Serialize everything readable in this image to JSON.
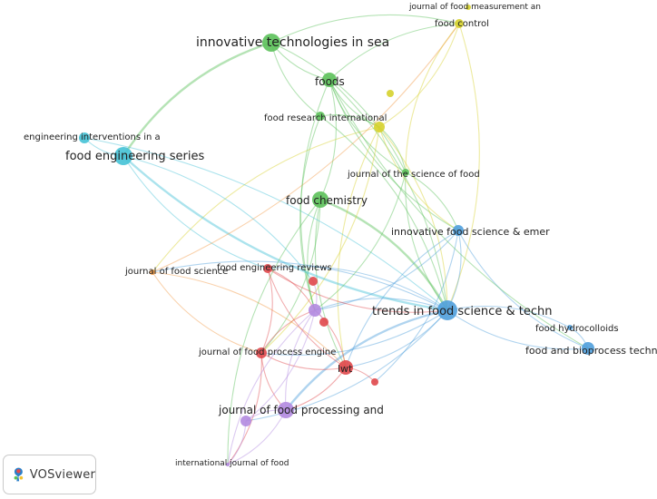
{
  "app": {
    "name": "VOSviewer"
  },
  "network": {
    "nodes": [
      {
        "id": "innovative_tech",
        "label": "innovative technologies in sea",
        "cluster": "green",
        "weight": 3
      },
      {
        "id": "foods",
        "label": "foods",
        "cluster": "green",
        "weight": 2
      },
      {
        "id": "food_research",
        "label": "food research international",
        "cluster": "green",
        "weight": 1
      },
      {
        "id": "food_chem",
        "label": "food chemistry",
        "cluster": "green",
        "weight": 3
      },
      {
        "id": "jsfa",
        "label": "journal of the science of food",
        "cluster": "green",
        "weight": 1
      },
      {
        "id": "food_control",
        "label": "food control",
        "cluster": "yellow",
        "weight": 1
      },
      {
        "id": "jfma",
        "label": "journal of food measurement an",
        "cluster": "yellow",
        "weight": 0
      },
      {
        "id": "y_small",
        "label": "",
        "cluster": "yellow",
        "weight": 0
      },
      {
        "id": "y_mid",
        "label": "",
        "cluster": "yellow",
        "weight": 1
      },
      {
        "id": "fes",
        "label": "food engineering series",
        "cluster": "cyan",
        "weight": 3
      },
      {
        "id": "eia",
        "label": "engineering interventions in a",
        "cluster": "cyan",
        "weight": 1
      },
      {
        "id": "jfs",
        "label": "journal of food science",
        "cluster": "orange",
        "weight": 0
      },
      {
        "id": "ifset",
        "label": "innovative food science & emer",
        "cluster": "blue",
        "weight": 2
      },
      {
        "id": "tfst",
        "label": "trends in food science & techn",
        "cluster": "blue",
        "weight": 4
      },
      {
        "id": "fhyd",
        "label": "food hydrocolloids",
        "cluster": "blue",
        "weight": 0
      },
      {
        "id": "fbt",
        "label": "food and bioprocess technology",
        "cluster": "blue",
        "weight": 2
      },
      {
        "id": "fer",
        "label": "food engineering reviews",
        "cluster": "red",
        "weight": 1
      },
      {
        "id": "jfpe",
        "label": "journal of food process engine",
        "cluster": "red",
        "weight": 2
      },
      {
        "id": "lwt",
        "label": "lwt",
        "cluster": "red",
        "weight": 2
      },
      {
        "id": "r1",
        "label": "",
        "cluster": "red",
        "weight": 1
      },
      {
        "id": "r2",
        "label": "",
        "cluster": "red",
        "weight": 1
      },
      {
        "id": "r3",
        "label": "",
        "cluster": "red",
        "weight": 0
      },
      {
        "id": "p_center",
        "label": "",
        "cluster": "purple",
        "weight": 1
      },
      {
        "id": "jfpp",
        "label": "journal of food processing and",
        "cluster": "purple",
        "weight": 3
      },
      {
        "id": "p_left",
        "label": "",
        "cluster": "purple",
        "weight": 1
      },
      {
        "id": "ijf",
        "label": "international journal of food",
        "cluster": "purple",
        "weight": 0
      }
    ],
    "links": [
      [
        "innovative_tech",
        "foods"
      ],
      [
        "innovative_tech",
        "food_control"
      ],
      [
        "innovative_tech",
        "fes"
      ],
      [
        "innovative_tech",
        "jsfa"
      ],
      [
        "innovative_tech",
        "food_research"
      ],
      [
        "foods",
        "food_control"
      ],
      [
        "foods",
        "ifset"
      ],
      [
        "foods",
        "tfst"
      ],
      [
        "foods",
        "jsfa"
      ],
      [
        "foods",
        "food_chem"
      ],
      [
        "foods",
        "y_mid"
      ],
      [
        "food_research",
        "y_mid"
      ],
      [
        "food_research",
        "p_center"
      ],
      [
        "food_research",
        "tfst"
      ],
      [
        "food_chem",
        "p_center"
      ],
      [
        "food_chem",
        "tfst"
      ],
      [
        "food_chem",
        "lwt"
      ],
      [
        "food_chem",
        "jfpe"
      ],
      [
        "jsfa",
        "tfst"
      ],
      [
        "jsfa",
        "ifset"
      ],
      [
        "jsfa",
        "y_mid"
      ],
      [
        "food_control",
        "y_mid"
      ],
      [
        "food_control",
        "jsfa"
      ],
      [
        "food_control",
        "tfst"
      ],
      [
        "y_mid",
        "jfs"
      ],
      [
        "y_mid",
        "jfpe"
      ],
      [
        "y_mid",
        "lwt"
      ],
      [
        "y_mid",
        "tfst"
      ],
      [
        "y_mid",
        "ifset"
      ],
      [
        "fes",
        "eia"
      ],
      [
        "fes",
        "tfst"
      ],
      [
        "fes",
        "r1"
      ],
      [
        "fes",
        "fer"
      ],
      [
        "eia",
        "tfst"
      ],
      [
        "jfs",
        "jfpe"
      ],
      [
        "jfs",
        "lwt"
      ],
      [
        "jfs",
        "food_control"
      ],
      [
        "ifset",
        "tfst"
      ],
      [
        "ifset",
        "lwt"
      ],
      [
        "ifset",
        "p_center"
      ],
      [
        "ifset",
        "fbt"
      ],
      [
        "ifset",
        "r3"
      ],
      [
        "tfst",
        "fbt"
      ],
      [
        "tfst",
        "fhyd"
      ],
      [
        "tfst",
        "p_center"
      ],
      [
        "tfst",
        "lwt"
      ],
      [
        "tfst",
        "jfpp"
      ],
      [
        "tfst",
        "jfpe"
      ],
      [
        "tfst",
        "fer"
      ],
      [
        "tfst",
        "p_left"
      ],
      [
        "tfst",
        "jfs"
      ],
      [
        "fhyd",
        "fbt"
      ],
      [
        "foods",
        "fbt"
      ],
      [
        "fer",
        "p_center"
      ],
      [
        "fer",
        "lwt"
      ],
      [
        "fer",
        "jfpe"
      ],
      [
        "fer",
        "tfst"
      ],
      [
        "jfpe",
        "p_center"
      ],
      [
        "jfpe",
        "lwt"
      ],
      [
        "jfpe",
        "ijf"
      ],
      [
        "jfpe",
        "jfpp"
      ],
      [
        "lwt",
        "r3"
      ],
      [
        "lwt",
        "p_center"
      ],
      [
        "lwt",
        "jfpp"
      ],
      [
        "p_center",
        "jfpp"
      ],
      [
        "p_center",
        "p_left"
      ],
      [
        "p_center",
        "ijf"
      ],
      [
        "p_center",
        "r2"
      ],
      [
        "p_center",
        "r1"
      ],
      [
        "jfpp",
        "ijf"
      ],
      [
        "jfpp",
        "p_left"
      ],
      [
        "p_left",
        "ijf"
      ],
      [
        "food_chem",
        "ijf"
      ],
      [
        "jsfa",
        "p_center"
      ],
      [
        "foods",
        "p_center"
      ]
    ]
  },
  "colors": {
    "green": "#5cc15a",
    "yellow": "#d6d12c",
    "cyan": "#45c2d6",
    "orange": "#f29a44",
    "blue": "#4f9fdc",
    "red": "#e0484b",
    "purple": "#b289e0"
  }
}
